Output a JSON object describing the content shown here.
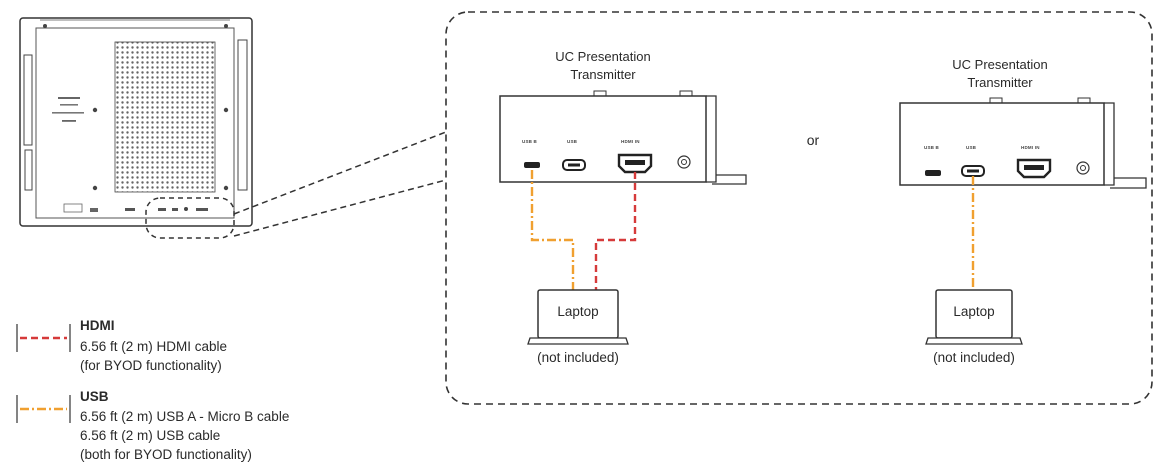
{
  "diagram": {
    "transmitter_label_line1": "UC Presentation",
    "transmitter_label_line2": "Transmitter",
    "or_text": "or",
    "laptop_label": "Laptop",
    "not_included": "(not included)",
    "ports": {
      "usb_b": "USB B",
      "usb": "USB",
      "hdmi_in": "HDMI IN"
    }
  },
  "legend": {
    "hdmi": {
      "title": "HDMI",
      "line1": "6.56 ft (2 m) HDMI cable",
      "line2": "(for BYOD functionality)"
    },
    "usb": {
      "title": "USB",
      "line1": "6.56 ft (2 m) USB A - Micro B cable",
      "line2": "6.56 ft (2 m) USB cable",
      "line3": "(both for BYOD functionality)"
    }
  },
  "colors": {
    "hdmi_cable": "#d63a3a",
    "usb_cable": "#f0a030",
    "outline": "#333333"
  }
}
